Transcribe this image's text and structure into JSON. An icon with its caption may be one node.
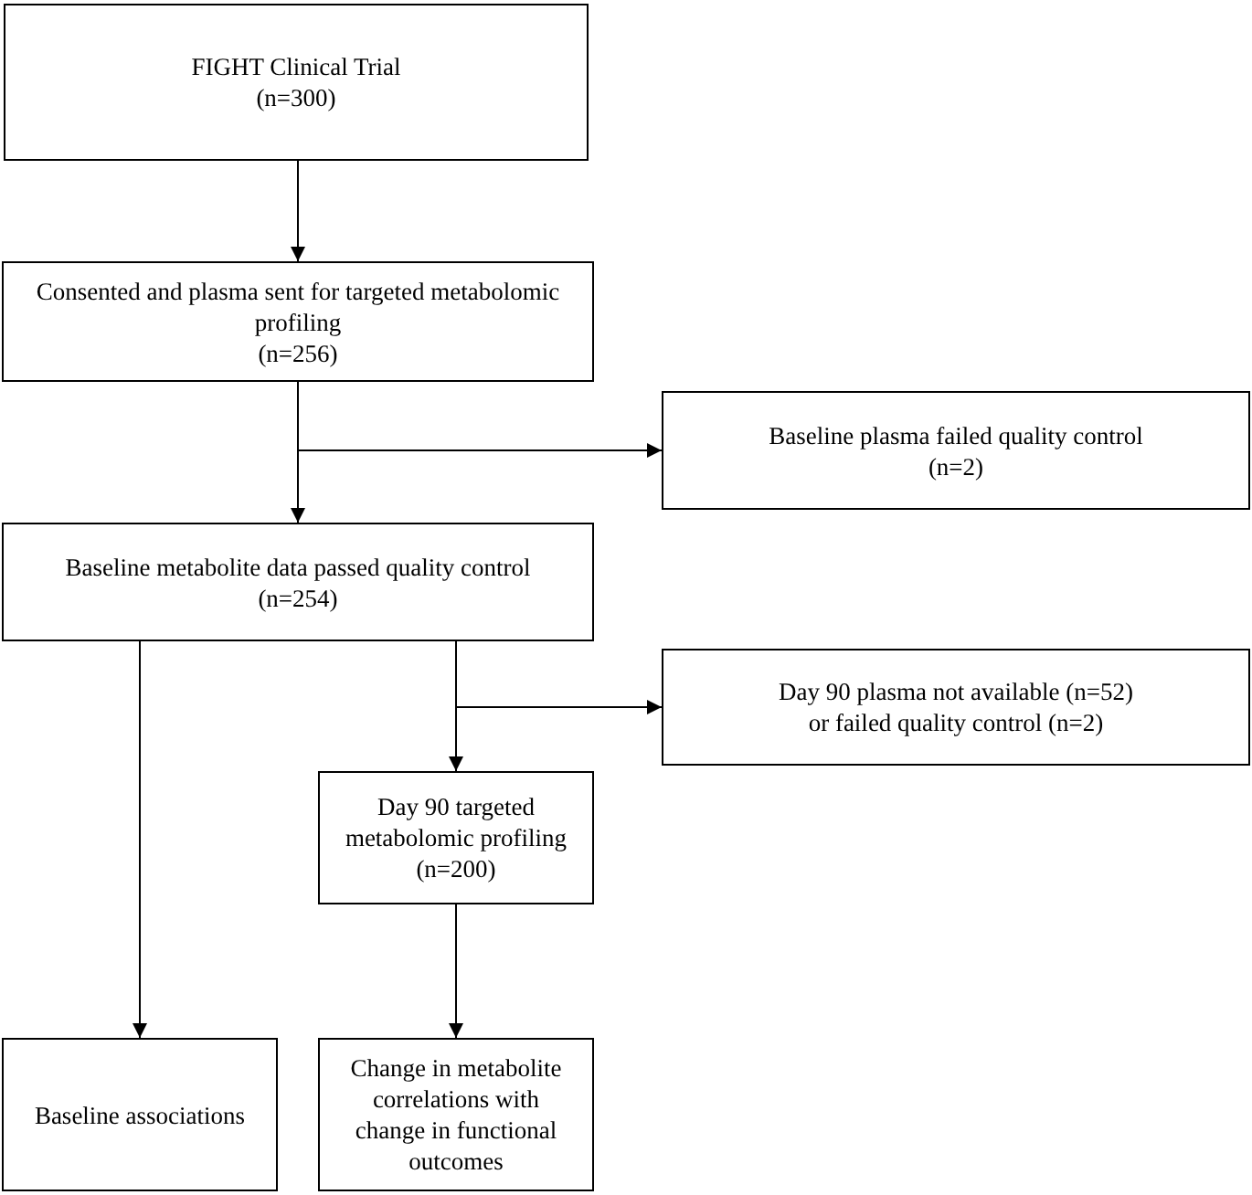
{
  "diagram": {
    "nodes": [
      {
        "text": [
          "FIGHT Clinical Trial",
          "(n=300)"
        ]
      },
      {
        "text": [
          "Consented and plasma sent for targeted metabolomic profiling",
          "(n=256)"
        ]
      },
      {
        "text": [
          "Baseline plasma failed quality control",
          "(n=2)"
        ]
      },
      {
        "text": [
          "Baseline metabolite data passed quality control",
          "(n=254)"
        ]
      },
      {
        "text": [
          "Day 90 plasma not available (n=52) or failed quality control (n=2)"
        ]
      },
      {
        "text": [
          "Day 90 targeted metabolomic profiling",
          "(n=200)"
        ]
      },
      {
        "text": [
          "Baseline associations"
        ]
      },
      {
        "text": [
          "Change in metabolite correlations with change in functional outcomes"
        ]
      }
    ],
    "edges": [
      {
        "from": 0,
        "to": 1,
        "arrow": "to"
      },
      {
        "from": 1,
        "to": 3,
        "arrow": "to"
      },
      {
        "from": 1,
        "to": 2,
        "arrow": "to"
      },
      {
        "from": 3,
        "to": 6,
        "arrow": "to"
      },
      {
        "from": 3,
        "to": 5,
        "arrow": "to"
      },
      {
        "from": 3,
        "to": 4,
        "arrow": "to"
      },
      {
        "from": 5,
        "to": 7,
        "arrow": "to"
      }
    ]
  }
}
